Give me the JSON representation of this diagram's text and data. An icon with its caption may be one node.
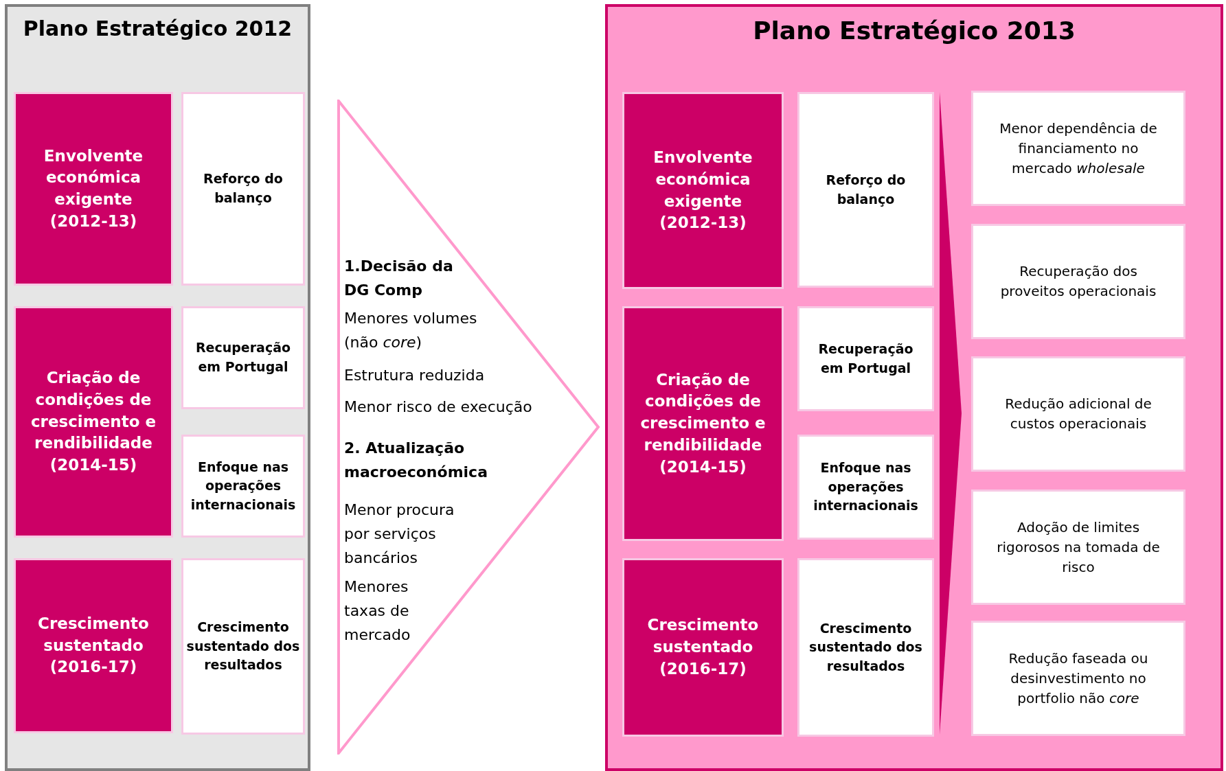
{
  "diagram": {
    "nodes": [
      {
        "text": [
          "Plano Estratégico 2012"
        ]
      },
      {
        "text": [
          "Envolvente económica exigente (2012-13)"
        ],
        "in": 0
      },
      {
        "text": [
          "Reforço do balanço"
        ],
        "in": 0
      },
      {
        "text": [
          "Criação de condições de crescimento e rendibilidade (2014-15)"
        ],
        "in": 0
      },
      {
        "text": [
          "Recuperação em Portugal"
        ],
        "in": 0
      },
      {
        "text": [
          "Enfoque nas operações internacionais"
        ],
        "in": 0
      },
      {
        "text": [
          "Crescimento sustentado (2016-17)"
        ],
        "in": 0
      },
      {
        "text": [
          "Crescimento sustentado dos resultados"
        ],
        "in": 0
      },
      {
        "text": [
          "1.Decisão da DG Comp",
          "Menores volumes (não *core*)",
          "Estrutura reduzida",
          "Menor risco de execução",
          "2. Atualização macroeconómica",
          "Menor procura por serviços bancários",
          "Menores taxas de mercado"
        ]
      },
      {
        "text": [
          "Plano Estratégico 2013"
        ]
      },
      {
        "text": [
          "Envolvente económica exigente (2012-13)"
        ],
        "in": 9
      },
      {
        "text": [
          "Reforço do balanço"
        ],
        "in": 9
      },
      {
        "text": [
          "Criação de condições de crescimento e rendibilidade (2014-15)"
        ],
        "in": 9
      },
      {
        "text": [
          "Recuperação em Portugal"
        ],
        "in": 9
      },
      {
        "text": [
          "Enfoque nas operações internacionais"
        ],
        "in": 9
      },
      {
        "text": [
          "Crescimento sustentado (2016-17)"
        ],
        "in": 9
      },
      {
        "text": [
          "Crescimento sustentado dos resultados"
        ],
        "in": 9
      },
      {
        "text": [],
        "shape": "chevron",
        "in": 9
      },
      {
        "text": [
          "Menor dependência de financiamento no mercado *wholesale*"
        ],
        "in": 9
      },
      {
        "text": [
          "Recuperação dos proveitos operacionais"
        ],
        "in": 9
      },
      {
        "text": [
          "Redução adicional de custos operacionais"
        ],
        "in": 9
      },
      {
        "text": [
          "Adoção de limites rigorosos na tomada de risco"
        ],
        "in": 9
      },
      {
        "text": [
          "Redução faseada ou desinvestimento no portfolio não *core*"
        ],
        "in": 9
      }
    ]
  }
}
